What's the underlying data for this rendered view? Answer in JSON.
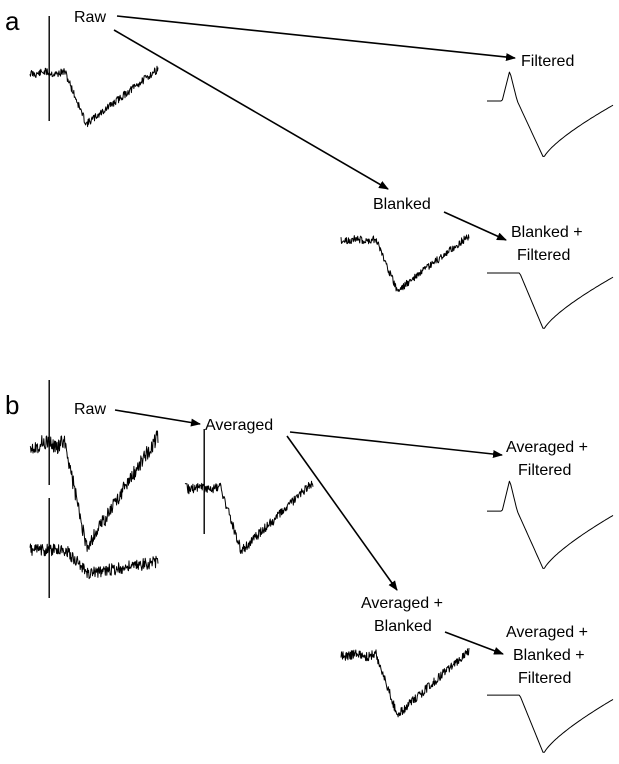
{
  "panels": {
    "a": {
      "letter": "a",
      "raw": "Raw",
      "filtered": "Filtered",
      "blanked": "Blanked",
      "blanked_filtered": [
        "Blanked +",
        "Filtered"
      ]
    },
    "b": {
      "letter": "b",
      "raw": "Raw",
      "averaged": "Averaged",
      "averaged_filtered": [
        "Averaged +",
        "Filtered"
      ],
      "averaged_blanked": [
        "Averaged +",
        "Blanked"
      ],
      "averaged_blanked_filtered": [
        "Averaged +",
        "Blanked +",
        "Filtered"
      ]
    }
  }
}
